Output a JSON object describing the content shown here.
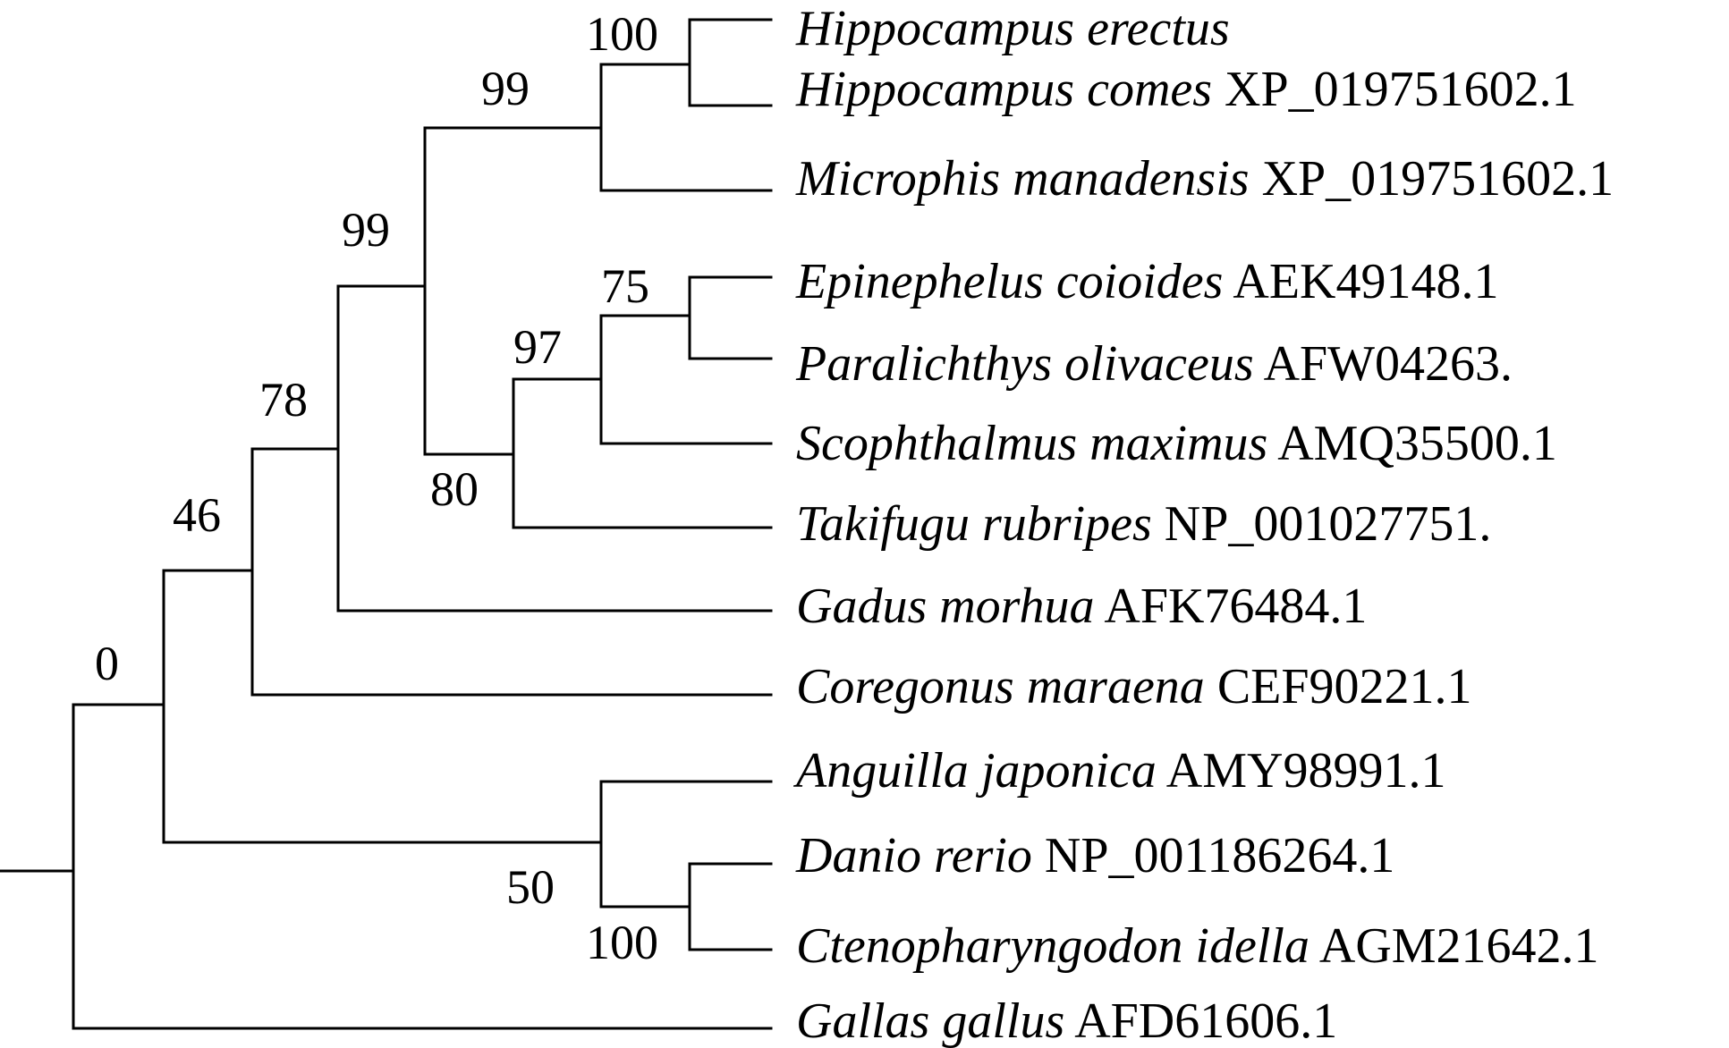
{
  "tree": {
    "taxa": [
      {
        "species": "Hippocampus erectus",
        "accession": ""
      },
      {
        "species": "Hippocampus comes",
        "accession": "XP_019751602.1"
      },
      {
        "species": "Microphis manadensis",
        "accession": "XP_019751602.1"
      },
      {
        "species": "Epinephelus coioides",
        "accession": "AEK49148.1"
      },
      {
        "species": "Paralichthys olivaceus",
        "accession": "AFW04263."
      },
      {
        "species": "Scophthalmus maximus",
        "accession": "AMQ35500.1"
      },
      {
        "species": "Takifugu rubripes",
        "accession": "NP_001027751."
      },
      {
        "species": "Gadus morhua",
        "accession": "AFK76484.1"
      },
      {
        "species": "Coregonus maraena",
        "accession": "CEF90221.1"
      },
      {
        "species": "Anguilla japonica",
        "accession": "AMY98991.1"
      },
      {
        "species": "Danio rerio",
        "accession": "NP_001186264.1"
      },
      {
        "species": "Ctenopharyngodon idella",
        "accession": "AGM21642.1"
      },
      {
        "species": "Gallas gallus",
        "accession": "AFD61606.1"
      }
    ],
    "bootstrap": {
      "hippocampus": "100",
      "syngnathid": "99",
      "upper_percomorph": "99",
      "epinephelus_paralichthys": "75",
      "flatfish_group": "97",
      "takifugu_group": "80",
      "with_gadus": "78",
      "with_coregonus": "46",
      "root_fish": "0",
      "anguilla_group": "50",
      "cyprinid": "100"
    }
  }
}
